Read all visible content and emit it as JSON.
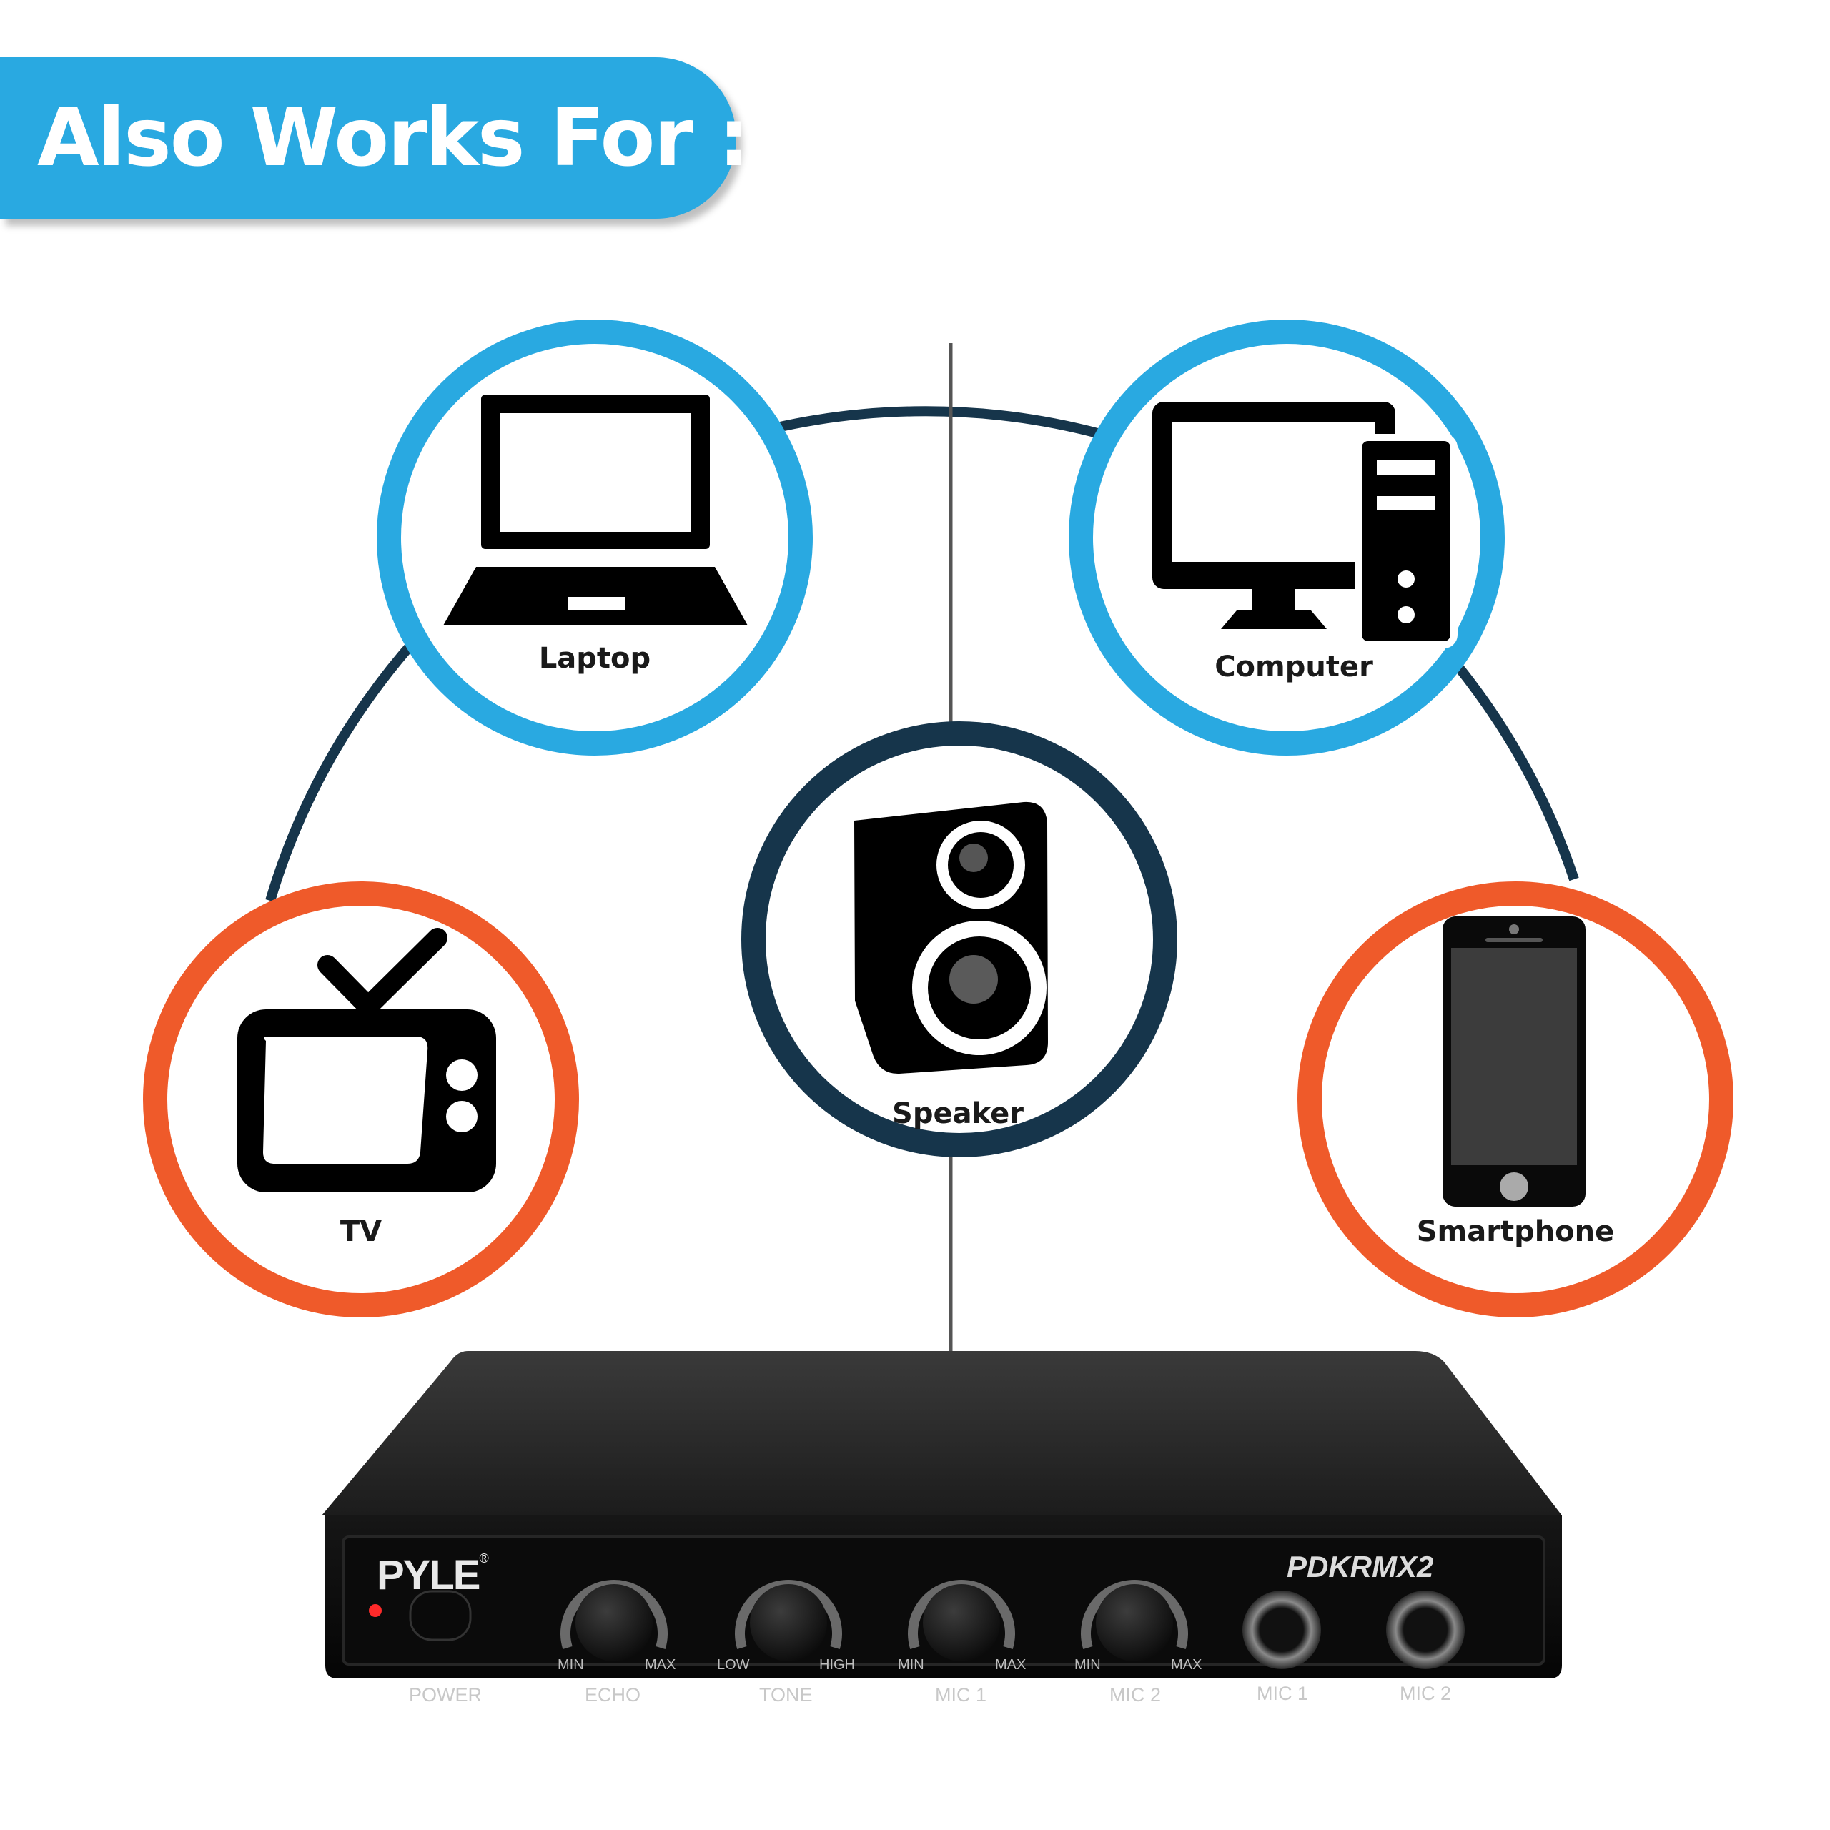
{
  "banner": {
    "title": "Also Works For :"
  },
  "devices": [
    {
      "id": "laptop",
      "label": "Laptop",
      "ring_color": "#29a9e1"
    },
    {
      "id": "computer",
      "label": "Computer",
      "ring_color": "#29a9e1"
    },
    {
      "id": "speaker",
      "label": "Speaker",
      "ring_color": "#16354b"
    },
    {
      "id": "tv",
      "label": "TV",
      "ring_color": "#ef5a2a"
    },
    {
      "id": "smartphone",
      "label": "Smartphone",
      "ring_color": "#ef5a2a"
    }
  ],
  "mixer": {
    "brand": "PYLE",
    "registered": "®",
    "model": "PDKRMX2",
    "power_label": "POWER",
    "knobs": [
      {
        "label": "ECHO",
        "min": "MIN",
        "max": "MAX"
      },
      {
        "label": "TONE",
        "min": "LOW",
        "max": "HIGH"
      },
      {
        "label": "MIC 1",
        "min": "MIN",
        "max": "MAX"
      },
      {
        "label": "MIC 2",
        "min": "MIN",
        "max": "MAX"
      }
    ],
    "jacks": [
      {
        "label": "MIC 1"
      },
      {
        "label": "MIC 2"
      }
    ]
  },
  "colors": {
    "accent": "#29a9e1",
    "orange": "#ef5a2a",
    "navy": "#16354b"
  }
}
